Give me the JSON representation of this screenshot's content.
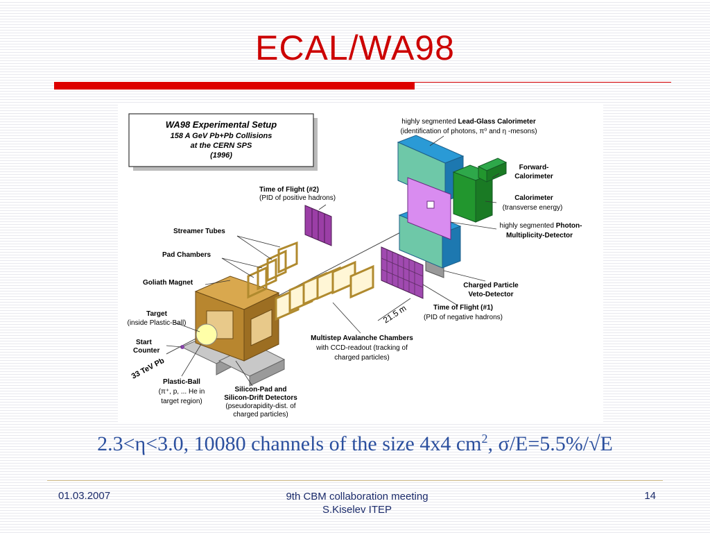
{
  "slide": {
    "title": "ECAL/WA98",
    "formula": {
      "part1": "2.3<η<3.0, 10080 channels of the size 4x4 cm",
      "sup": "2",
      "part2": ", σ/E=5.5%/√E"
    },
    "footer": {
      "date": "01.03.2007",
      "meeting": "9th CBM collaboration meeting",
      "author": "S.Kiselev ITEP",
      "page": "14"
    },
    "colors": {
      "title": "#cc0000",
      "formula": "#2b4f9e",
      "footer": "#1a2a6a",
      "accent_bar": "#dd0000"
    }
  },
  "diagram": {
    "box": {
      "line1": "WA98 Experimental Setup",
      "line2": "158 A GeV Pb+Pb Collisions",
      "line3": "at the CERN  SPS",
      "line4": "(1996)"
    },
    "labels": {
      "lead_glass_1a": "highly segmented ",
      "lead_glass_1b": "Lead-Glass Calorimeter",
      "lead_glass_2": "(identification of  photons,  π⁰ and  η -mesons)",
      "forward_cal_1": "Forward-",
      "forward_cal_2": "Calorimeter",
      "calorimeter_1": "Calorimeter",
      "calorimeter_2": "(transverse energy)",
      "photon_mult_1a": "highly segmented ",
      "photon_mult_1b": "Photon-",
      "photon_mult_2": "Multiplicity-Detector",
      "tof2_1": "Time of Flight (#2)",
      "tof2_2": "(PID of positive hadrons)",
      "streamer": "Streamer Tubes",
      "pad": "Pad Chambers",
      "goliath": "Goliath Magnet",
      "target_1": "Target",
      "target_2": "(inside Plastic-Ball)",
      "start_1": "Start",
      "start_2": "Counter",
      "beam": "33 TeV  Pb",
      "distance": "21.5 m",
      "charged_veto_1": "Charged Particle",
      "charged_veto_2": "Veto-Detector",
      "tof1_1": "Time of Flight (#1)",
      "tof1_2": "(PID of negative hadrons)",
      "msac_1": "Multistep Avalanche Chambers",
      "msac_2": "with CCD-readout (tracking of",
      "msac_3": "charged particles)",
      "plastic_1": "Plastic-Ball",
      "plastic_2": "(π⁺, p, ... He in",
      "plastic_3": "target region)",
      "silicon_1": "Silicon-Pad and",
      "silicon_2": "Silicon-Drift Detectors",
      "silicon_3": "(pseudorapidity-dist. of",
      "silicon_4": "charged particles)"
    }
  }
}
